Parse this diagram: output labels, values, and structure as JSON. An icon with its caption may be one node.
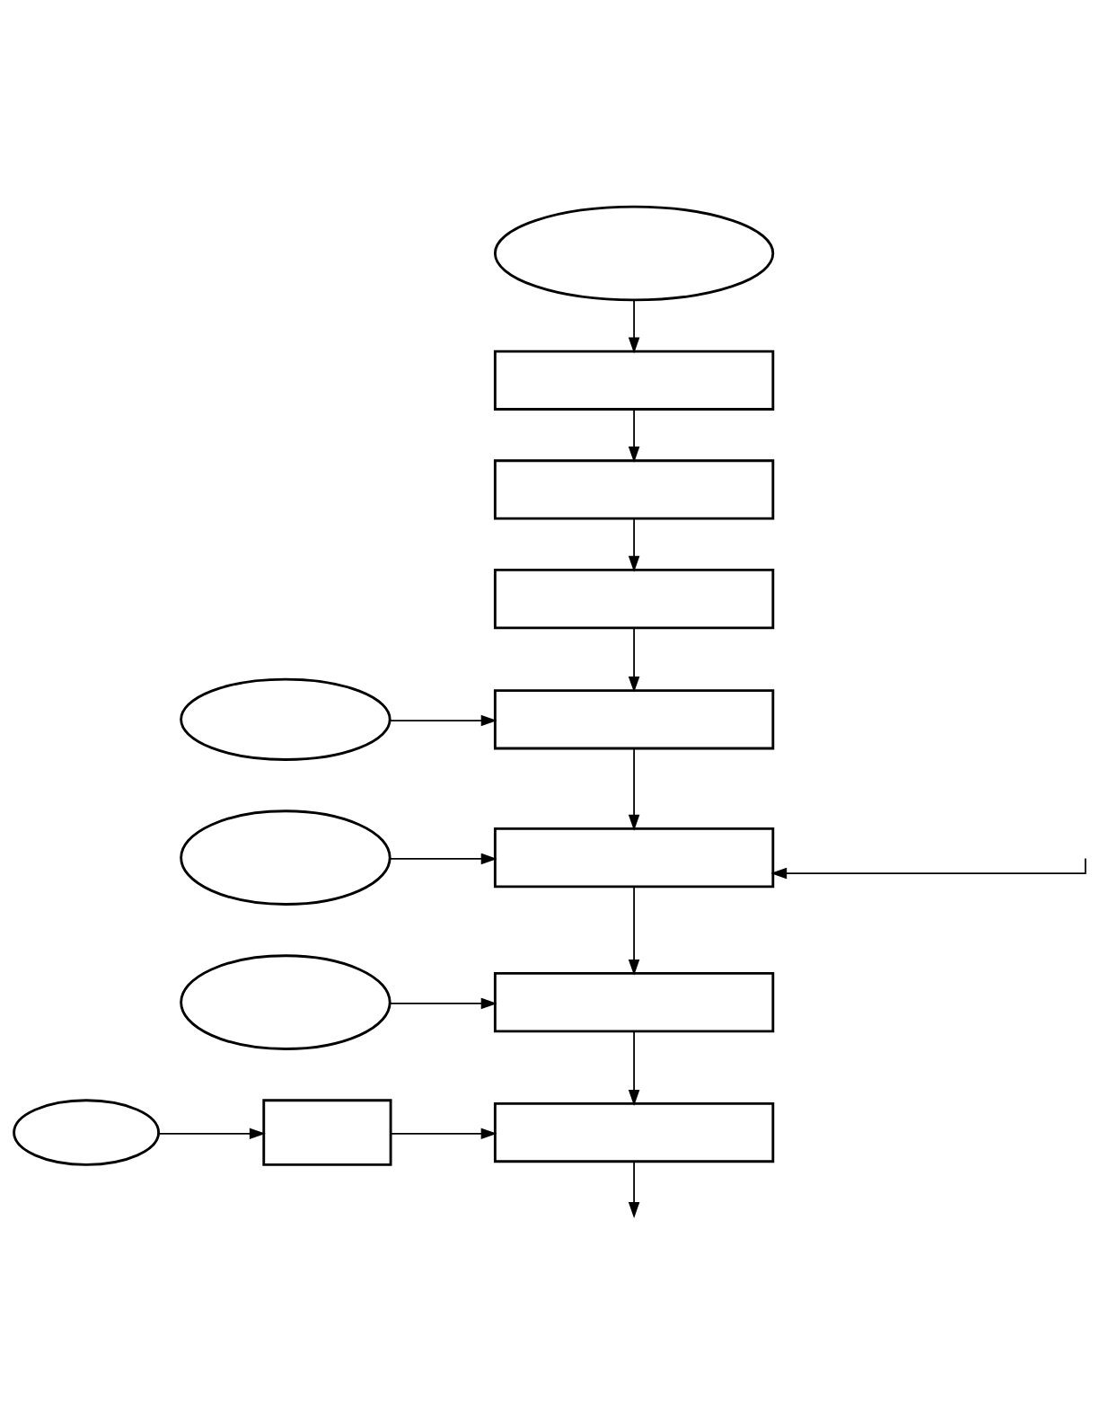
{
  "diagram": {
    "nodes": [
      {
        "text": [],
        "shape": "ellipse"
      },
      {
        "text": [],
        "shape": "box"
      },
      {
        "text": [],
        "shape": "box"
      },
      {
        "text": [],
        "shape": "box"
      },
      {
        "text": [],
        "shape": "ellipse"
      },
      {
        "text": [],
        "shape": "box"
      },
      {
        "text": [],
        "shape": "ellipse"
      },
      {
        "text": [],
        "shape": "box"
      },
      {
        "text": [],
        "shape": "ellipse"
      },
      {
        "text": [],
        "shape": "box"
      },
      {
        "text": [],
        "shape": "ellipse"
      },
      {
        "text": [],
        "shape": "box"
      },
      {
        "text": [],
        "shape": "box"
      }
    ],
    "edges": [
      {
        "from": 0,
        "to": 1,
        "arrow": "to"
      },
      {
        "from": 1,
        "to": 2,
        "arrow": "to"
      },
      {
        "from": 2,
        "to": 3,
        "arrow": "to"
      },
      {
        "from": 4,
        "to": 5,
        "arrow": "to"
      },
      {
        "from": 3,
        "to": 5,
        "arrow": "to"
      },
      {
        "from": 6,
        "to": 7,
        "arrow": "to"
      },
      {
        "from": 5,
        "to": 7,
        "arrow": "to"
      },
      {
        "from": null,
        "to": 7,
        "arrow": "to"
      },
      {
        "from": 8,
        "to": 9,
        "arrow": "to"
      },
      {
        "from": 7,
        "to": 9,
        "arrow": "to"
      },
      {
        "from": 10,
        "to": 11,
        "arrow": "to"
      },
      {
        "from": 11,
        "to": 12,
        "arrow": "to"
      },
      {
        "from": 9,
        "to": 12,
        "arrow": "to"
      },
      {
        "from": 12,
        "to": null,
        "arrow": "to"
      }
    ]
  }
}
